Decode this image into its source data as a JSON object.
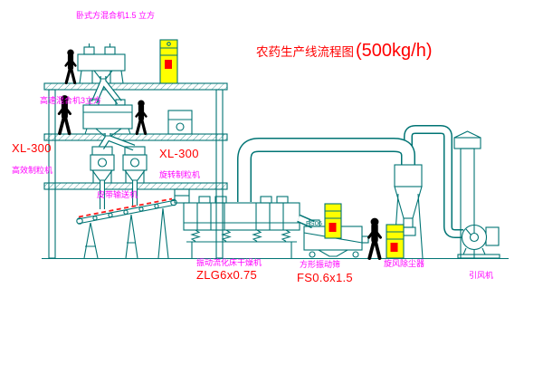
{
  "title": {
    "text": "农药生产线流程图",
    "capacity": "(500kg/h)"
  },
  "labels": {
    "top_mixer": "卧式方混合机1.5 立方",
    "high_speed_mixer": "高速混合机3立方",
    "granulator_left_model": "XL-300",
    "granulator_left_name": "高效制粒机",
    "granulator_right_model": "XL-300",
    "granulator_right_name": "旋转制粒机",
    "belt_conveyor": "皮带输送机",
    "dryer_name": "振动流化床干燥机",
    "dryer_model": "ZLG6x0.75",
    "screen_name": "方形振动筛",
    "screen_model": "FS0.6x1.5",
    "cyclone_name": "旋风除尘器",
    "fan_name": "引风机",
    "screen_marking": "FS06"
  },
  "colors": {
    "line_teal": "#007474",
    "label_magenta": "#ff00ff",
    "model_red": "#ff0000",
    "cabinet_yellow": "#ffff00"
  }
}
